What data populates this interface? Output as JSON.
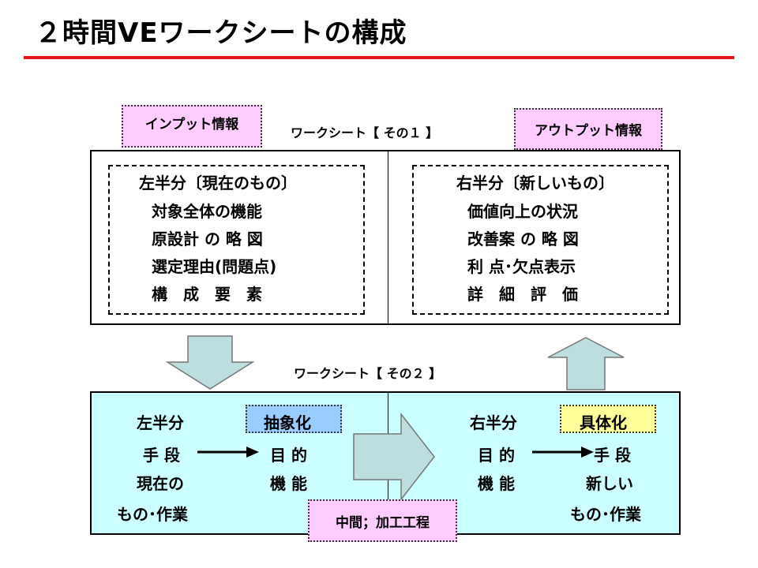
{
  "slide": {
    "title": "２時間VEワークシートの構成",
    "accent_color": "#e4141b"
  },
  "worksheet1": {
    "label": "ワークシート【 その１ 】",
    "input_tag": "インプット情報",
    "output_tag": "アウトプット情報",
    "left_heading": "左半分〔現在のもの〕",
    "left_items": [
      "対象全体の機能",
      "原設計 の 略 図",
      "選定理由(問題点)",
      "構　成　要　素"
    ],
    "right_heading": "右半分〔新しいもの〕",
    "right_items": [
      "価値向上の状況",
      "改善案 の 略 図",
      "利 点･欠点表示",
      "詳　細　評　価"
    ]
  },
  "worksheet2": {
    "label": "ワークシート【 その２ 】",
    "bg_color": "#ccffff",
    "left_heading": "左半分",
    "abstract_badge": "抽象化",
    "left_col_a": [
      "手 段",
      "現在の",
      "もの･作業"
    ],
    "left_col_b": [
      "目 的",
      "機 能"
    ],
    "right_heading": "右半分",
    "concrete_badge": "具体化",
    "right_col_a": [
      "目 的",
      "機 能"
    ],
    "right_col_b": [
      "手 段",
      "新しい",
      "もの･作業"
    ],
    "middle_tag": "中間；加工工程"
  },
  "icons": [
    "down-arrow-icon",
    "up-arrow-icon",
    "right-block-arrow-icon",
    "right-line-arrow-icon"
  ],
  "colors": {
    "tag_pink": "#ffccff",
    "abstract_blue": "#99ccff",
    "concrete_yellow": "#ffff99",
    "arrow_fill": "#bcdede"
  }
}
